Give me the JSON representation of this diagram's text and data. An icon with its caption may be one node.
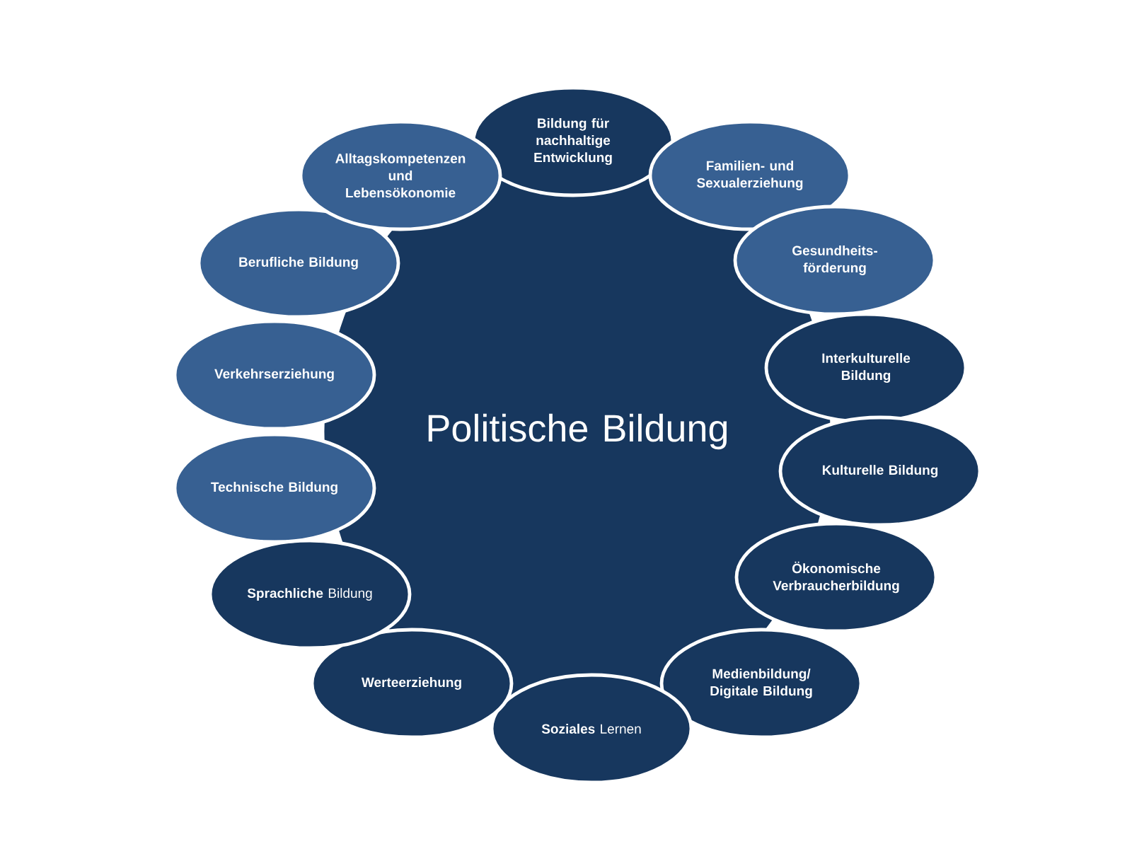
{
  "diagram": {
    "nodes": [
      {
        "text": [
          "Politische Bildung"
        ]
      },
      {
        "text": [
          "Bildung für nachhaltige Entwicklung"
        ]
      },
      {
        "text": [
          "Familien- und Sexualerziehung"
        ]
      },
      {
        "text": [
          "Gesundheits- förderung"
        ]
      },
      {
        "text": [
          "Interkulturelle Bildung"
        ]
      },
      {
        "text": [
          "Kulturelle Bildung"
        ]
      },
      {
        "text": [
          "Ökonomische Verbraucherbildung"
        ]
      },
      {
        "text": [
          "Medienbildung/ Digitale Bildung"
        ]
      },
      {
        "text": [
          "**Soziales** Lernen"
        ]
      },
      {
        "text": [
          "Werteerziehung"
        ]
      },
      {
        "text": [
          "**Sprachliche** Bildung"
        ]
      },
      {
        "text": [
          "Technische Bildung"
        ]
      },
      {
        "text": [
          "Verkehrserziehung"
        ]
      },
      {
        "text": [
          "Berufliche Bildung"
        ]
      },
      {
        "text": [
          "Alltagskompetenzen und Lebensökonomie"
        ]
      }
    ]
  }
}
